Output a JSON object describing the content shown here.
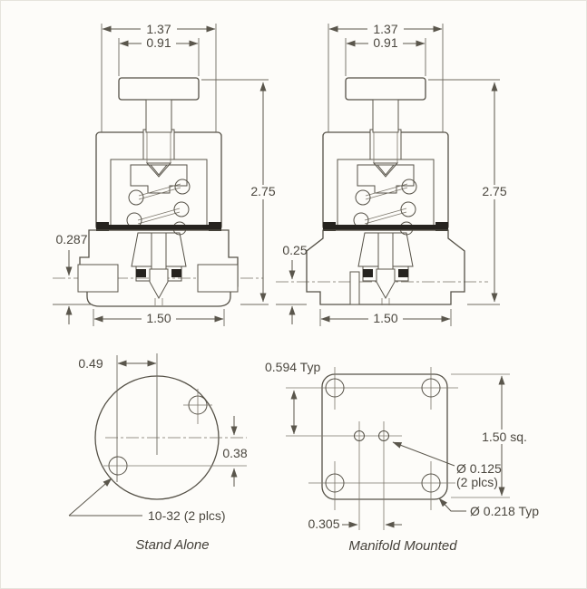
{
  "colors": {
    "paper": "#fdfcf9",
    "line": "#5a564c",
    "text": "#4b473f",
    "knob_fill": "#a89f7f",
    "hatch": "#a49d8e",
    "seal": "#26231f",
    "poppet_fill": "#c3b999"
  },
  "section_views": {
    "stand_alone": {
      "top_width": "1.37",
      "knob_width": "0.91",
      "overall_height": "2.75",
      "port_height": "0.287",
      "base_width": "1.50"
    },
    "manifold": {
      "top_width": "1.37",
      "knob_width": "0.91",
      "overall_height": "2.75",
      "port_height": "0.25",
      "base_width": "1.50"
    }
  },
  "bottom_views": {
    "stand_alone": {
      "caption": "Stand Alone",
      "hole_offset_x": "0.49",
      "hole_offset_y": "0.38",
      "mount_hole_note": "10-32 (2 plcs)"
    },
    "manifold": {
      "caption": "Manifold Mounted",
      "hole_pitch": "0.594 Typ",
      "body_size": "1.50 sq.",
      "port_dia": "Ø 0.125",
      "port_qty": "(2 plcs)",
      "mount_hole_dia": "Ø 0.218 Typ",
      "port_spacing": "0.305"
    }
  }
}
